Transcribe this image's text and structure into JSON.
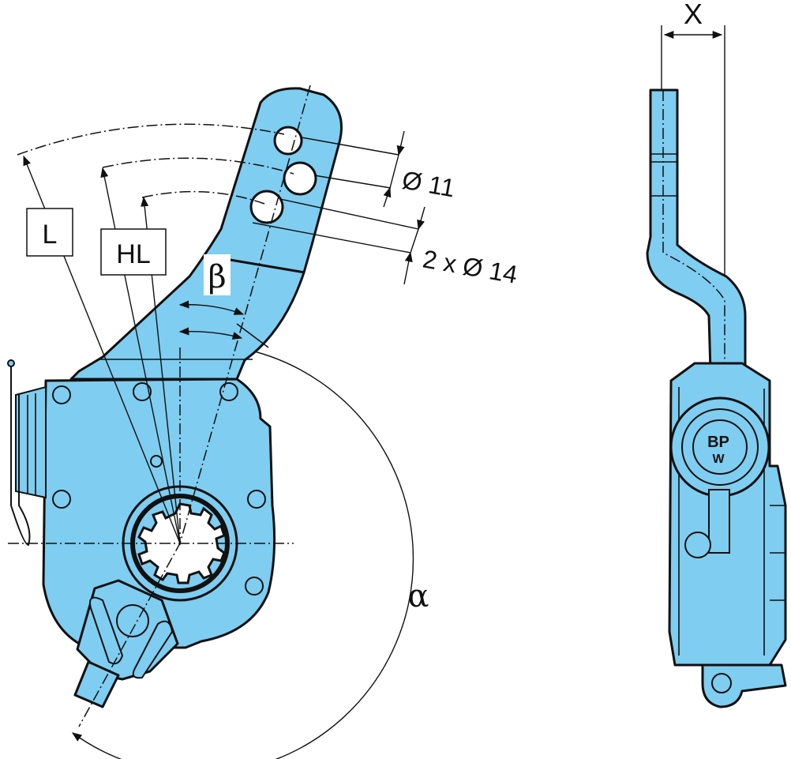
{
  "labels": {
    "L": "L",
    "HL": "HL",
    "beta": "β",
    "alpha": "α",
    "x": "X",
    "hole_small": "Ø 11",
    "hole_large": "2 x Ø 14"
  },
  "logo": {
    "text_top": "BP",
    "text_bottom": "W"
  },
  "colors": {
    "part_fill": "#7fcdf0",
    "outline": "#111111",
    "background": "#ffffff"
  }
}
